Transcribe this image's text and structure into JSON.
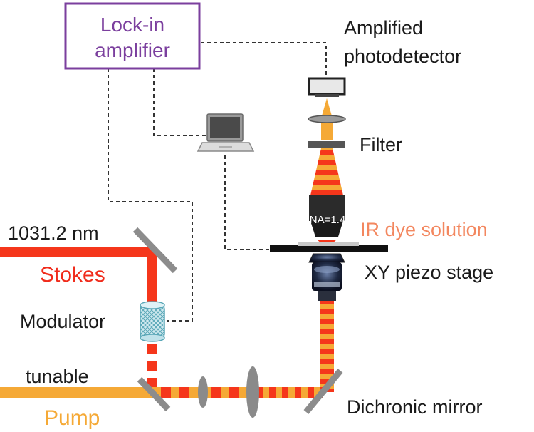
{
  "labels": {
    "lockin_line1": "Lock-in",
    "lockin_line2": "amplifier",
    "photodetector_line1": "Amplified",
    "photodetector_line2": "photodetector",
    "filter": "Filter",
    "objective_na": "NA=1.4",
    "ir_dye": "IR dye solution",
    "stage": "XY piezo stage",
    "stokes_wavelength": "1031.2 nm",
    "stokes": "Stokes",
    "modulator": "Modulator",
    "pump_tunable": "tunable",
    "pump": "Pump",
    "dichroic": "Dichronic mirror"
  },
  "colors": {
    "stokes_beam": "#f5361b",
    "pump_beam": "#f5a936",
    "lockin_border": "#7b3f9e",
    "lockin_text": "#7b3f9e",
    "ir_dye_text": "#f3875f",
    "stokes_text": "#f02b1b",
    "pump_text": "#f5a936",
    "mirror": "#8c8c8c",
    "cable": "#333333"
  },
  "icons": {
    "computer": "laptop-icon",
    "photodetector": "photodetector-icon",
    "modulator": "modulator-icon",
    "objective": "objective-icon"
  }
}
